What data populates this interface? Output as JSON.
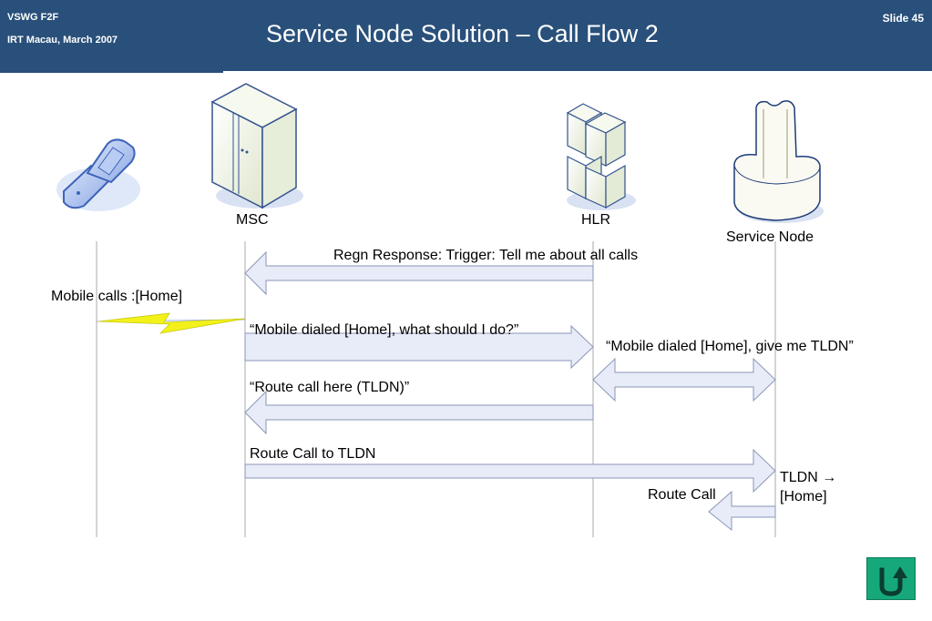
{
  "header": {
    "org": "VSWG F2F",
    "venue": "IRT Macau, March 2007",
    "title": "Service Node Solution – Call Flow 2",
    "slide": "Slide 45"
  },
  "entities": {
    "msc": "MSC",
    "hlr": "HLR",
    "service_node": "Service Node"
  },
  "messages": {
    "regn_response": "Regn Response: Trigger: Tell me about all calls",
    "mobile_calls": "Mobile calls :[Home]",
    "mobile_dialed_q": "“Mobile dialed [Home], what should I do?”",
    "give_tldn": "“Mobile dialed [Home], give me TLDN”",
    "route_here": "“Route call here (TLDN)”",
    "route_to_tldn": "Route Call to TLDN",
    "tldn_home_1": "TLDN →",
    "tldn_home_2": "[Home]",
    "route_call": "Route Call"
  },
  "icons": {
    "phone": "mobile-phone-icon",
    "msc": "server-tower-icon",
    "hlr": "server-stack-icon",
    "service_node": "service-node-icon",
    "back": "return-arrow-icon"
  },
  "colors": {
    "header_bg": "#29507a",
    "arrow_fill": "#e8ecf8",
    "arrow_stroke": "#8a96b8",
    "lightning": "#f2f21a",
    "back_button": "#16a87a"
  }
}
